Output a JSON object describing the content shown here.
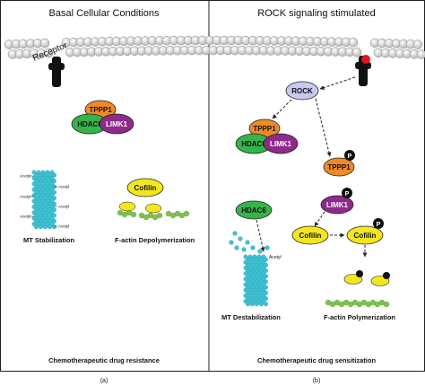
{
  "left_panel": {
    "title": "Basal Cellular Conditions",
    "receptor_label": "Receptor",
    "proteins": {
      "tppp1": "TPPP1",
      "hdac6": "HDAC6",
      "limk1": "LIMK1",
      "cofilin": "Cofilin"
    },
    "acetyl_label": "Acetyl",
    "mt_caption": "MT Stabilization",
    "factin_caption": "F-actin Depolymerization",
    "outcome": "Chemotherapeutic drug resistance",
    "panel_letter": "(a)"
  },
  "right_panel": {
    "title": "ROCK signaling stimulated",
    "proteins": {
      "rock": "ROCK",
      "tppp1": "TPPP1",
      "hdac6": "HDAC6",
      "limk1": "LIMK1",
      "tppp1_p": "TPPP1",
      "limk1_p": "LIMK1",
      "hdac6_alone": "HDAC6",
      "cofilin": "Cofilin",
      "cofilin_p": "Cofilin"
    },
    "phospho_label": "P",
    "acetyl_label": "Acetyl",
    "mt_caption": "MT Destabilization",
    "factin_caption": "F-actin Polymerization",
    "outcome": "Chemotherapeutic drug sensitization",
    "panel_letter": "(b)"
  },
  "colors": {
    "tppp1": "#f08a24",
    "hdac6": "#35b44a",
    "limk1": "#8e2a8c",
    "cofilin": "#f3e61c",
    "rock": "#c7c9ee",
    "membrane": "#d2d2d2",
    "microtubule": "#3cc2d4",
    "actin": "#7fc24e",
    "phospho_dot": "#e8141c"
  }
}
